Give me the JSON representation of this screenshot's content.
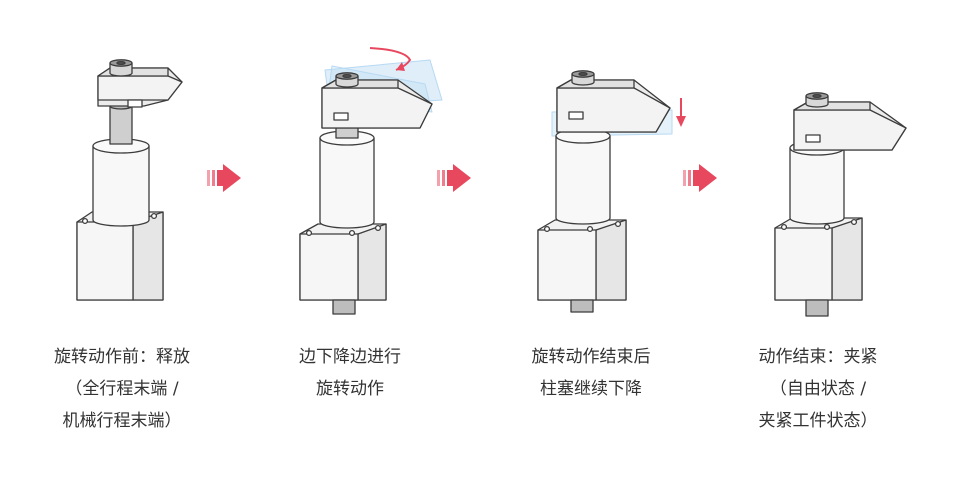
{
  "steps": [
    {
      "lines": [
        "旋转动作前：释放",
        "（全行程末端 /",
        "机械行程末端）"
      ]
    },
    {
      "lines": [
        "边下降边进行",
        "旋转动作"
      ]
    },
    {
      "lines": [
        "旋转动作结束后",
        "柱塞继续下降"
      ]
    },
    {
      "lines": [
        "动作结束：夹紧",
        "（自由状态 /",
        "夹紧工件状态）"
      ]
    }
  ],
  "colors": {
    "arrow": "#e8485e",
    "arrow_light": "#f3a2ad",
    "outline": "#3c3c3c",
    "body_fill": "#f4f4f4",
    "cylinder_fill": "#f7f7f7",
    "plunger_fill": "#cfcfcf",
    "ghost_blue": "#b7d9f2",
    "caption_text": "#333333"
  },
  "icons": [
    "step-arrow-icon",
    "rotation-arrow-icon",
    "down-arrow-icon"
  ]
}
